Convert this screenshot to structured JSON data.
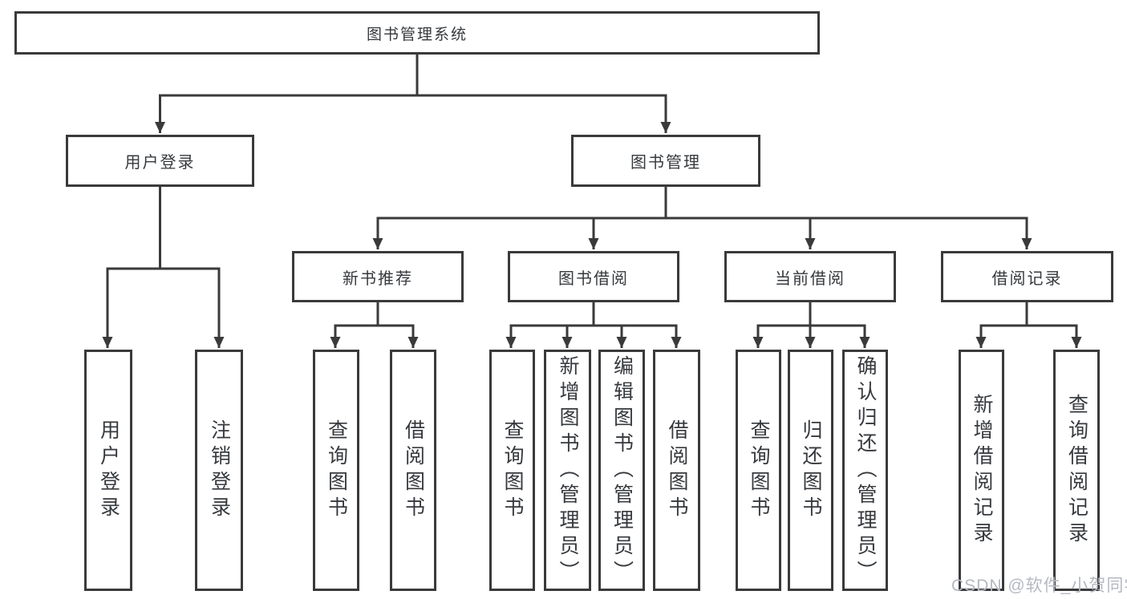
{
  "diagram": {
    "root": "图书管理系统",
    "level2": {
      "user_login": "用户登录",
      "book_management": "图书管理"
    },
    "level3": {
      "new_book_recommendation": "新书推荐",
      "book_borrowing": "图书借阅",
      "current_borrowing": "当前借阅",
      "borrowing_records": "借阅记录"
    },
    "leaves": {
      "user_login": [
        "用户登录",
        "注销登录"
      ],
      "new_book_recommendation": [
        "查询图书",
        "借阅图书"
      ],
      "book_borrowing": [
        "查询图书",
        "新增图书（管理员）",
        "编辑图书（管理员）",
        "借阅图书"
      ],
      "current_borrowing": [
        "查询图书",
        "归还图书",
        "确认归还（管理员）"
      ],
      "borrowing_records": [
        "新增借阅记录",
        "查询借阅记录"
      ]
    }
  },
  "watermark": "CSDN @软件_小贺同学",
  "colors": {
    "line": "#3a3a3a",
    "box_border": "#3a3a3a",
    "text": "#36393d",
    "watermark": "#b4b9c1",
    "background": "#ffffff"
  }
}
